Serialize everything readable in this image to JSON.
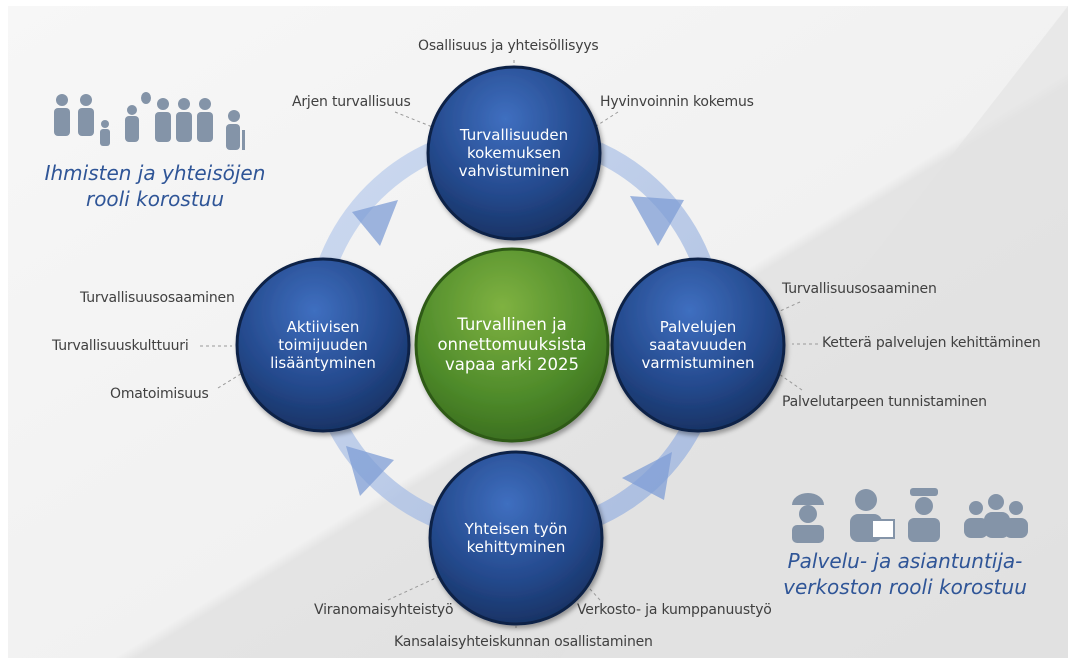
{
  "center": {
    "text": "Turvallinen ja\nonnettomuuksista\nvapaa arki 2025"
  },
  "nodes": {
    "top": {
      "text": "Turvallisuuden\nkokemuksen\nvahvistuminen"
    },
    "right": {
      "text": "Palvelujen\nsaatavuuden\nvarmistuminen"
    },
    "bottom": {
      "text": "Yhteisen työn\nkehittyminen"
    },
    "left": {
      "text": "Aktiivisen\ntoimijuuden\nlisääntyminen"
    }
  },
  "labels": {
    "top": [
      "Osallisuus ja yhteisöllisyys",
      "Arjen turvallisuus",
      "Hyvinvoinnin kokemus"
    ],
    "right": [
      "Turvallisuusosaaminen",
      "Ketterä palvelujen kehittäminen",
      "Palvelutarpeen tunnistaminen"
    ],
    "bottom": [
      "Viranomaisyhteistyö",
      "Verkosto- ja kumppanuustyö",
      "Kansalaisyhteiskunnan osallistaminen"
    ],
    "left": [
      "Turvallisuusosaaminen",
      "Turvallisuuskulttuuri",
      "Omatoimisuus"
    ]
  },
  "slogans": {
    "people": "Ihmisten ja yhteisöjen\nrooli korostuu",
    "services": "Palvelu- ja asiantuntija-\nverkoston rooli korostuu"
  },
  "colors": {
    "node_blue": "#1f3f78",
    "center_green": "#4e8a2a",
    "ring": "#b4c7e7",
    "arrow": "#6f8fcf",
    "icon": "#8494a8",
    "slogan": "#2f5597"
  }
}
